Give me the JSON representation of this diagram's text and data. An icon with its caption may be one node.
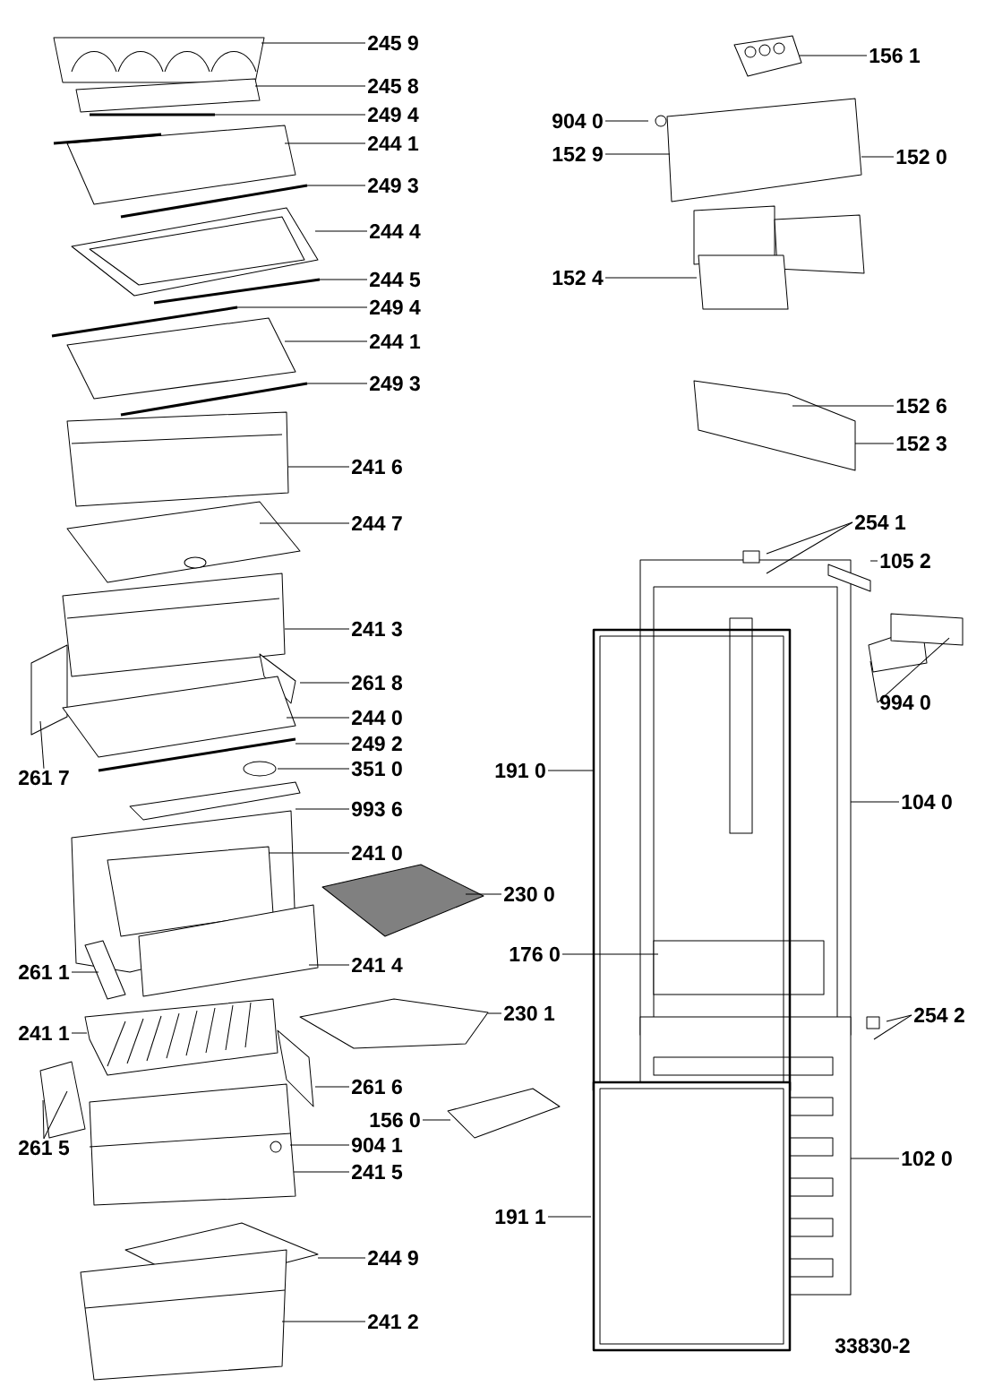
{
  "diagram": {
    "nodes": [
      {
        "text": [
          "245 9"
        ]
      },
      {
        "text": [
          "245 8"
        ]
      },
      {
        "text": [
          "249 4"
        ]
      },
      {
        "text": [
          "244 1"
        ]
      },
      {
        "text": [
          "249 3"
        ]
      },
      {
        "text": [
          "244 4"
        ]
      },
      {
        "text": [
          "244 5"
        ]
      },
      {
        "text": [
          "249 4"
        ]
      },
      {
        "text": [
          "244 1"
        ]
      },
      {
        "text": [
          "249 3"
        ]
      },
      {
        "text": [
          "241 6"
        ]
      },
      {
        "text": [
          "244 7"
        ]
      },
      {
        "text": [
          "241 3"
        ]
      },
      {
        "text": [
          "261 8"
        ]
      },
      {
        "text": [
          "244 0"
        ]
      },
      {
        "text": [
          "249 2"
        ]
      },
      {
        "text": [
          "261 7"
        ]
      },
      {
        "text": [
          "351 0"
        ]
      },
      {
        "text": [
          "993 6"
        ]
      },
      {
        "text": [
          "241 0"
        ]
      },
      {
        "text": [
          "230 0"
        ]
      },
      {
        "text": [
          "261 1"
        ]
      },
      {
        "text": [
          "241 4"
        ]
      },
      {
        "text": [
          "230 1"
        ]
      },
      {
        "text": [
          "241 1"
        ]
      },
      {
        "text": [
          "261 6"
        ]
      },
      {
        "text": [
          "156 0"
        ]
      },
      {
        "text": [
          "261 5"
        ]
      },
      {
        "text": [
          "904 1"
        ]
      },
      {
        "text": [
          "241 5"
        ]
      },
      {
        "text": [
          "244 9"
        ]
      },
      {
        "text": [
          "241 2"
        ]
      },
      {
        "text": [
          "156 1"
        ]
      },
      {
        "text": [
          "904 0"
        ]
      },
      {
        "text": [
          "152 9"
        ]
      },
      {
        "text": [
          "152 0"
        ]
      },
      {
        "text": [
          "152 4"
        ]
      },
      {
        "text": [
          "152 6"
        ]
      },
      {
        "text": [
          "152 3"
        ]
      },
      {
        "text": [
          "254 1"
        ]
      },
      {
        "text": [
          "105 2"
        ]
      },
      {
        "text": [
          "994 0"
        ]
      },
      {
        "text": [
          "191 0"
        ]
      },
      {
        "text": [
          "104 0"
        ]
      },
      {
        "text": [
          "176 0"
        ]
      },
      {
        "text": [
          "254 2"
        ]
      },
      {
        "text": [
          "102 0"
        ]
      },
      {
        "text": [
          "191 1"
        ]
      }
    ],
    "edges": [
      {
        "from": 0,
        "to": null,
        "arrow": "none"
      },
      {
        "from": 1,
        "to": null,
        "arrow": "none"
      },
      {
        "from": 2,
        "to": null,
        "arrow": "none"
      },
      {
        "from": 3,
        "to": null,
        "arrow": "none"
      },
      {
        "from": 4,
        "to": null,
        "arrow": "none"
      },
      {
        "from": 5,
        "to": null,
        "arrow": "none"
      },
      {
        "from": 6,
        "to": null,
        "arrow": "none"
      },
      {
        "from": 7,
        "to": null,
        "arrow": "none"
      },
      {
        "from": 8,
        "to": null,
        "arrow": "none"
      },
      {
        "from": 9,
        "to": null,
        "arrow": "none"
      },
      {
        "from": 10,
        "to": null,
        "arrow": "none"
      },
      {
        "from": 11,
        "to": null,
        "arrow": "none"
      },
      {
        "from": 12,
        "to": null,
        "arrow": "none"
      },
      {
        "from": 13,
        "to": null,
        "arrow": "none"
      },
      {
        "from": 14,
        "to": null,
        "arrow": "none"
      },
      {
        "from": 15,
        "to": null,
        "arrow": "none"
      },
      {
        "from": 16,
        "to": null,
        "arrow": "none"
      },
      {
        "from": 17,
        "to": null,
        "arrow": "none"
      },
      {
        "from": 18,
        "to": null,
        "arrow": "none"
      },
      {
        "from": 19,
        "to": null,
        "arrow": "none"
      },
      {
        "from": 20,
        "to": null,
        "arrow": "none"
      },
      {
        "from": 21,
        "to": null,
        "arrow": "none"
      },
      {
        "from": 22,
        "to": null,
        "arrow": "none"
      },
      {
        "from": 23,
        "to": null,
        "arrow": "none"
      },
      {
        "from": 24,
        "to": null,
        "arrow": "none"
      },
      {
        "from": 25,
        "to": null,
        "arrow": "none"
      },
      {
        "from": 26,
        "to": null,
        "arrow": "none"
      },
      {
        "from": 27,
        "to": null,
        "arrow": "none"
      },
      {
        "from": 27,
        "to": null,
        "arrow": "none"
      },
      {
        "from": 28,
        "to": null,
        "arrow": "none"
      },
      {
        "from": 29,
        "to": null,
        "arrow": "none"
      },
      {
        "from": 30,
        "to": null,
        "arrow": "none"
      },
      {
        "from": 31,
        "to": null,
        "arrow": "none"
      },
      {
        "from": 32,
        "to": null,
        "arrow": "none"
      },
      {
        "from": 33,
        "to": null,
        "arrow": "none"
      },
      {
        "from": 34,
        "to": null,
        "arrow": "none"
      },
      {
        "from": 35,
        "to": null,
        "arrow": "none"
      },
      {
        "from": 36,
        "to": null,
        "arrow": "none"
      },
      {
        "from": 37,
        "to": null,
        "arrow": "none"
      },
      {
        "from": 38,
        "to": null,
        "arrow": "none"
      },
      {
        "from": 39,
        "to": null,
        "arrow": "none"
      },
      {
        "from": 39,
        "to": null,
        "arrow": "none"
      },
      {
        "from": 40,
        "to": null,
        "arrow": "none"
      },
      {
        "from": 41,
        "to": null,
        "arrow": "none"
      },
      {
        "from": 41,
        "to": null,
        "arrow": "none"
      },
      {
        "from": 42,
        "to": null,
        "arrow": "none"
      },
      {
        "from": 43,
        "to": null,
        "arrow": "none"
      },
      {
        "from": 44,
        "to": null,
        "arrow": "none"
      },
      {
        "from": 45,
        "to": null,
        "arrow": "none"
      },
      {
        "from": 45,
        "to": null,
        "arrow": "none"
      },
      {
        "from": 46,
        "to": null,
        "arrow": "none"
      },
      {
        "from": 47,
        "to": null,
        "arrow": "none"
      }
    ],
    "labels": [
      "33830-2"
    ]
  }
}
